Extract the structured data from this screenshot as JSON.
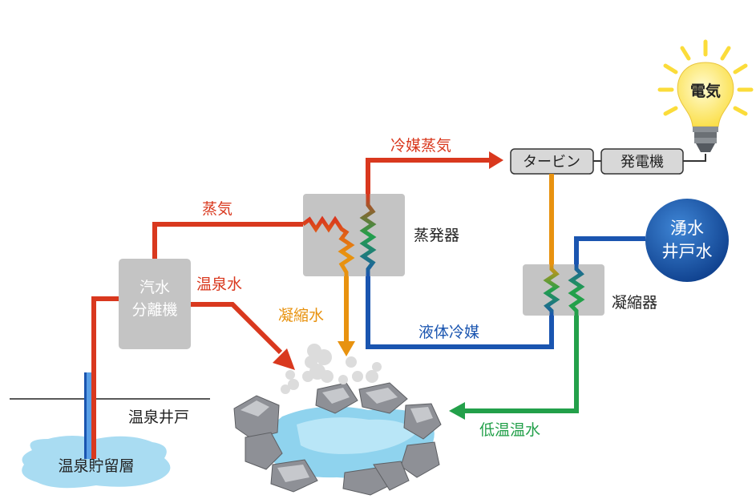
{
  "colors": {
    "steam": "#d9381e",
    "condensate": "#e8920f",
    "coolant": "#1a55b0",
    "low_temp_water": "#23a04a",
    "equipment": "#c4c4c4",
    "bulb": "#fdeb6b",
    "well_water": "#1b5fb8",
    "reservoir": "#a9dcf2"
  },
  "labels": {
    "separator_line1": "汽水",
    "separator_line2": "分離機",
    "steam": "蒸気",
    "hot_spring_water": "温泉水",
    "evaporator": "蒸発器",
    "condensate": "凝縮水",
    "refrigerant_vapor": "冷媒蒸気",
    "turbine": "タービン",
    "generator": "発電機",
    "electricity": "電気",
    "spring_well_line1": "湧水",
    "spring_well_line2": "井戸水",
    "condenser": "凝縮器",
    "liquid_refrigerant": "液体冷媒",
    "low_temp_water": "低温温水",
    "hot_spring_well": "温泉井戸",
    "reservoir": "温泉貯留層"
  },
  "icons": [
    "light-bulb-icon",
    "hot-spring-pool-icon",
    "steam-cloud-icon"
  ]
}
